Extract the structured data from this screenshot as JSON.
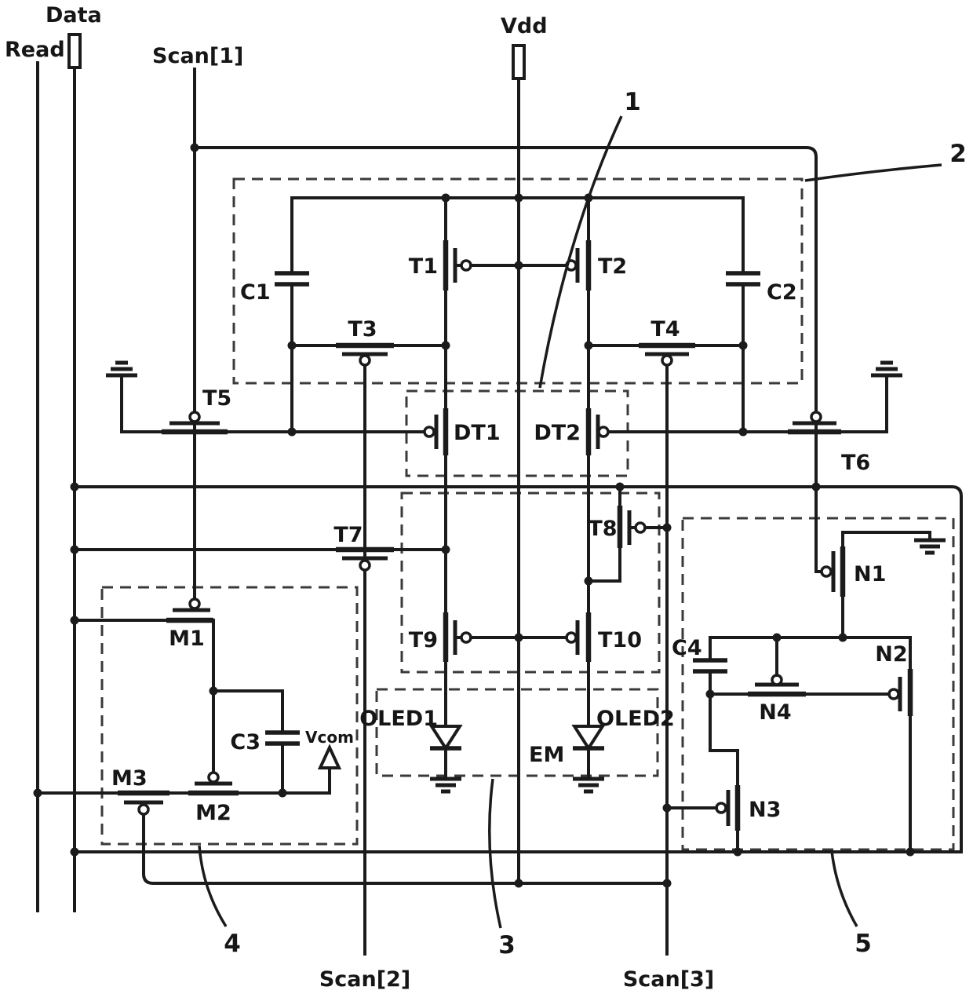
{
  "diagram": {
    "signals": {
      "data": "Data",
      "read": "Read",
      "scan1": "Scan[1]",
      "scan2": "Scan[2]",
      "scan3": "Scan[3]",
      "vdd": "Vdd",
      "em": "EM",
      "vcom": "Vcom"
    },
    "transistors": {
      "t1": "T1",
      "t2": "T2",
      "t3": "T3",
      "t4": "T4",
      "t5": "T5",
      "t6": "T6",
      "t7": "T7",
      "t8": "T8",
      "t9": "T9",
      "t10": "T10",
      "dt1": "DT1",
      "dt2": "DT2",
      "m1": "M1",
      "m2": "M2",
      "m3": "M3",
      "n1": "N1",
      "n2": "N2",
      "n3": "N3",
      "n4": "N4"
    },
    "capacitors": {
      "c1": "C1",
      "c2": "C2",
      "c3": "C3",
      "c4": "C4"
    },
    "diodes": {
      "oled1": "OLED1",
      "oled2": "OLED2"
    },
    "regions": {
      "r1": "1",
      "r2": "2",
      "r3": "3",
      "r4": "4",
      "r5": "5"
    }
  }
}
